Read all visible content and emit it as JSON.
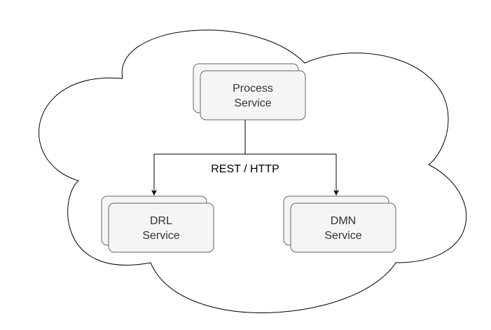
{
  "diagram": {
    "nodes": [
      {
        "id": "process",
        "line1": "Process",
        "line2": "Service"
      },
      {
        "id": "drl",
        "line1": "DRL",
        "line2": "Service"
      },
      {
        "id": "dmn",
        "line1": "DMN",
        "line2": "Service"
      }
    ],
    "edge_label": "REST / HTTP",
    "colors": {
      "node_fill": "#f5f5f5",
      "node_stroke": "#666666",
      "node_text": "#333333",
      "line": "#000000",
      "cloud_fill": "#ffffff"
    }
  }
}
